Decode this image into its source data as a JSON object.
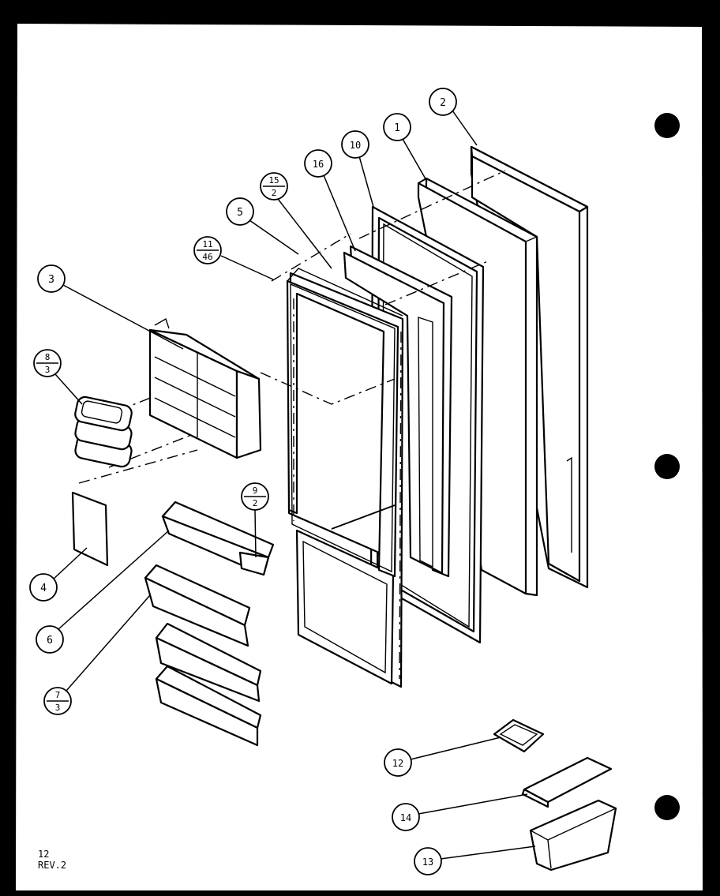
{
  "sheet": {
    "page_number": "12",
    "revision": "REV.2"
  },
  "callouts": [
    {
      "id": "c2",
      "top": "2"
    },
    {
      "id": "c1",
      "top": "1"
    },
    {
      "id": "c10",
      "top": "10"
    },
    {
      "id": "c16",
      "top": "16"
    },
    {
      "id": "c15-2",
      "top": "15",
      "bottom": "2"
    },
    {
      "id": "c5",
      "top": "5"
    },
    {
      "id": "c11-46",
      "top": "11",
      "bottom": "46"
    },
    {
      "id": "c3",
      "top": "3"
    },
    {
      "id": "c8-3",
      "top": "8",
      "bottom": "3"
    },
    {
      "id": "c9-2",
      "top": "9",
      "bottom": "2"
    },
    {
      "id": "c4",
      "top": "4"
    },
    {
      "id": "c6",
      "top": "6"
    },
    {
      "id": "c7-3",
      "top": "7",
      "bottom": "3"
    },
    {
      "id": "c12",
      "top": "12"
    },
    {
      "id": "c14",
      "top": "14"
    },
    {
      "id": "c13",
      "top": "13"
    }
  ]
}
